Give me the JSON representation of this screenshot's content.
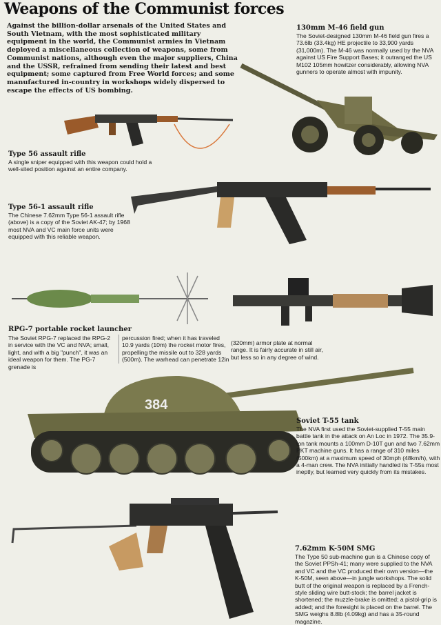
{
  "title": "Weapons of the Communist forces",
  "intro": "Against the billion-dollar arsenals of the United States and South Vietnam, with the most sophisticated military equipment in the world, the Communist armies in Vietnam deployed a miscellaneous collection of weapons, some from Communist nations, although even the major suppliers, China and the USSR, refrained from sending their latest and best equipment; some captured from Free World forces; and some manufactured in-country in workshops widely dispersed to escape the effects of US bombing.",
  "field_gun": {
    "heading": "130mm M-46 field gun",
    "text": "The Soviet-designed 130mm M-46 field gun fires a 73.6lb (33.4kg) HE projectile to 33,900 yards (31,000m). The M-46 was normally used by the NVA against US Fire Support Bases; it outranged the US M102 105mm howitzer considerably, allowing NVA gunners to operate almost with impunity."
  },
  "type56": {
    "heading": "Type 56 assault rifle",
    "text": "A single sniper equipped with this weapon could hold a well-sited position against an entire company."
  },
  "type56_1": {
    "heading": "Type 56-1 assault rifle",
    "text": "The Chinese 7.62mm Type 56-1 assault rifle (above) is a copy of the Soviet AK-47; by 1968 most NVA and VC main force units were equipped with this reliable weapon."
  },
  "rpg7": {
    "heading": "RPG-7 portable rocket launcher",
    "col1": "The Soviet RPG-7 replaced the RPG-2 in service with the VC and NVA; small, light, and with a big \"punch\", it was an ideal weapon for them. The PG-7 grenade is",
    "col2": "percussion fired; when it has traveled 10.9 yards (10m) the rocket motor fires, propelling the missile out to 328 yards (500m). The warhead can penetrate 12in",
    "col3": "(320mm) armor plate at normal range. It is fairly accurate in still air, but less so in any degree of wind."
  },
  "t55": {
    "heading": "Soviet T-55 tank",
    "text": "The NVA first used the Soviet-supplied T-55 main battle tank in the attack on An Loc in 1972. The 35.9-ton tank mounts a 100mm D-10T gun and two 7.62mm PKT machine guns. It has a range of 310 miles (500km) at a maximum speed of 30mph (48km/h), with a 4-man crew. The NVA initially handled its T-55s most ineptly, but learned very quickly from its mistakes.",
    "turret_number": "384"
  },
  "k50m": {
    "heading": "7.62mm K-50M SMG",
    "text": "The Type 50 sub-machine gun is a Chinese copy of the Soviet PPSh-41; many were supplied to the NVA and VC and the VC produced their own version—the K-50M, seen above—in jungle workshops. The solid butt of the original weapon is replaced by a French-style sliding wire butt-stock; the barrel jacket is shortened; the muzzle-brake is omitted; a pistol-grip is added; and the foresight is placed on the barrel. The SMG weighs 8.8lb (4.09kg) and has a 35-round magazine."
  }
}
